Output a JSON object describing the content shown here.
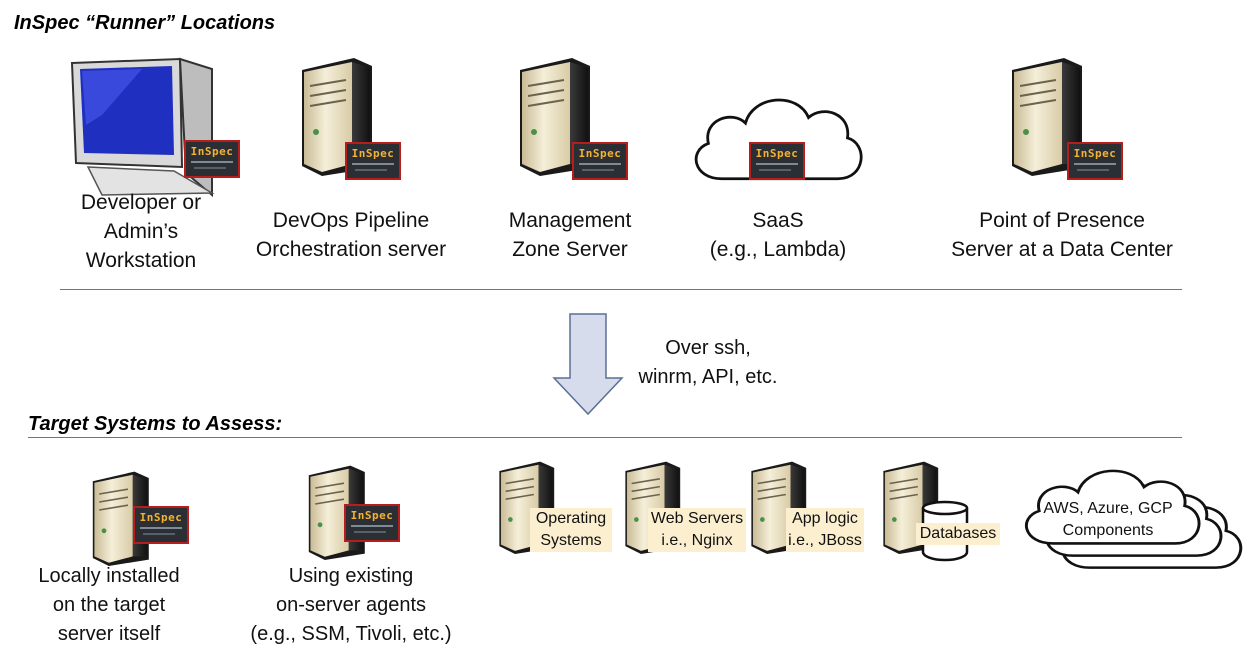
{
  "headings": {
    "runner": "InSpec “Runner” Locations",
    "targets": "Target Systems to Assess:"
  },
  "badge_text": "InSpec",
  "runners": [
    {
      "lines": [
        "Developer or",
        "Admin’s",
        "Workstation"
      ],
      "icon": "workstation-icon"
    },
    {
      "lines": [
        "DevOps Pipeline",
        "Orchestration server"
      ],
      "icon": "server-icon"
    },
    {
      "lines": [
        "Management",
        "Zone Server"
      ],
      "icon": "server-icon"
    },
    {
      "lines": [
        "SaaS",
        "(e.g., Lambda)"
      ],
      "icon": "cloud-icon"
    },
    {
      "lines": [
        "Point of Presence",
        "Server at a Data Center"
      ],
      "icon": "server-icon"
    }
  ],
  "arrow_label": [
    "Over ssh,",
    "winrm, API, etc."
  ],
  "targets": [
    {
      "lines": [
        "Locally installed",
        "on the target",
        "server itself"
      ]
    },
    {
      "lines": [
        "Using existing",
        "on-server agents",
        "(e.g., SSM, Tivoli, etc.)"
      ]
    }
  ],
  "components": [
    {
      "lines": [
        "Operating",
        "Systems"
      ],
      "icon": "server-icon"
    },
    {
      "lines": [
        "Web Servers",
        "i.e., Nginx"
      ],
      "icon": "server-icon"
    },
    {
      "lines": [
        "App logic",
        "i.e., JBoss"
      ],
      "icon": "server-icon"
    },
    {
      "lines": [
        "Databases"
      ],
      "icon": "database-icon"
    }
  ],
  "cloud_label": [
    "AWS, Azure, GCP",
    "Components"
  ],
  "colors": {
    "rule": "#5a7aa6",
    "arrow_fill": "#d6dceb",
    "arrow_stroke": "#5a6f96",
    "badge_border": "#b41e1e",
    "badge_bg": "#2b2f33",
    "tag_bg": "#fcefcf"
  }
}
